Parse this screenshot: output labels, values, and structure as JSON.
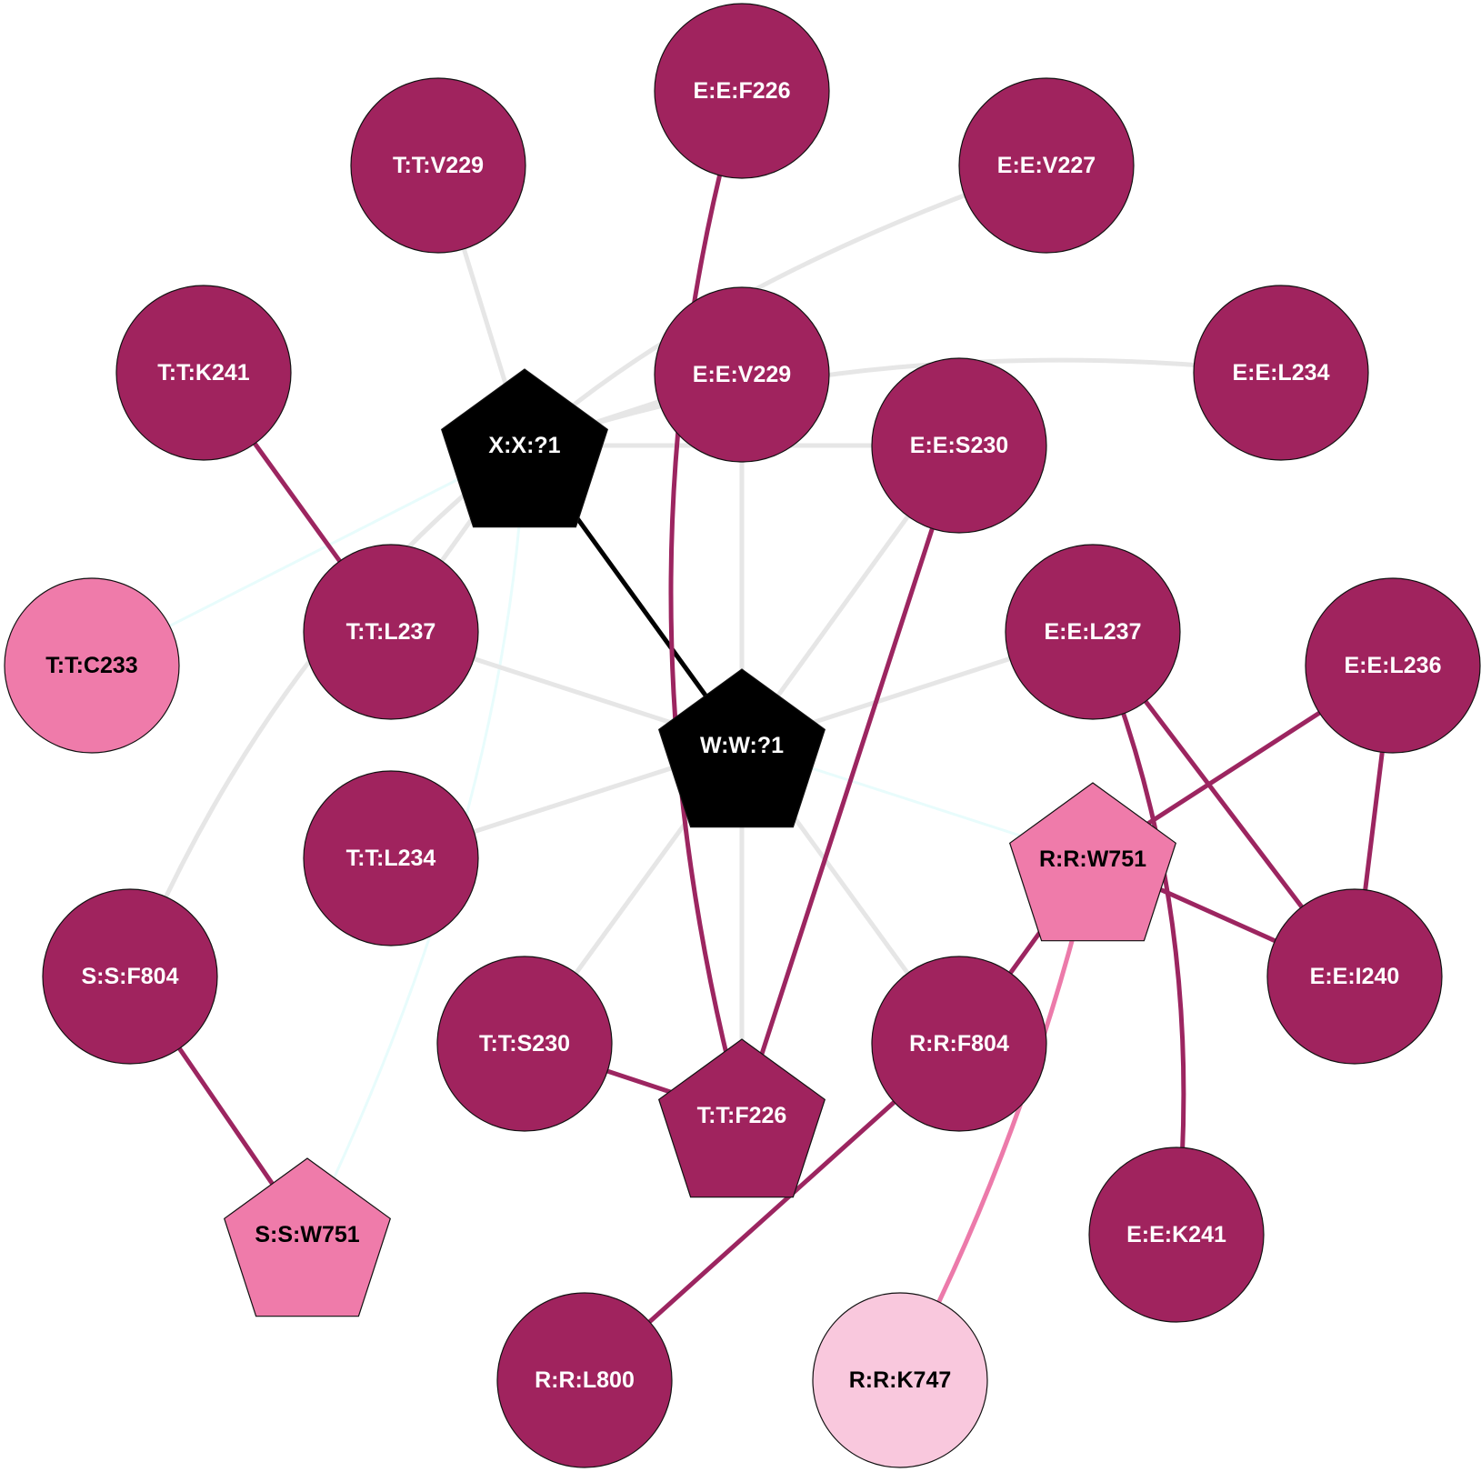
{
  "colors": {
    "dark_magenta": "#A0235E",
    "pink": "#EF7BAA",
    "light_pink": "#F9C8DD",
    "black": "#000000",
    "edge_gray": "#E6E6E6",
    "edge_cyan": "#E8FCFC",
    "edge_dark": "#9C2560",
    "edge_pink": "#EC7AAA",
    "label_white": "#FFFFFF",
    "label_black": "#000000"
  },
  "nodes": [
    {
      "id": "X:X:?1",
      "label": "X:X:?1",
      "shape": "pentagon",
      "fill": "black",
      "label_color": "label_white"
    },
    {
      "id": "W:W:?1",
      "label": "W:W:?1",
      "shape": "pentagon",
      "fill": "black",
      "label_color": "label_white"
    },
    {
      "id": "E:E:F226",
      "label": "E:E:F226",
      "shape": "circle",
      "fill": "dark_magenta",
      "label_color": "label_white"
    },
    {
      "id": "T:T:V229",
      "label": "T:T:V229",
      "shape": "circle",
      "fill": "dark_magenta",
      "label_color": "label_white"
    },
    {
      "id": "E:E:V227",
      "label": "E:E:V227",
      "shape": "circle",
      "fill": "dark_magenta",
      "label_color": "label_white"
    },
    {
      "id": "T:T:K241",
      "label": "T:T:K241",
      "shape": "circle",
      "fill": "dark_magenta",
      "label_color": "label_white"
    },
    {
      "id": "E:E:V229",
      "label": "E:E:V229",
      "shape": "circle",
      "fill": "dark_magenta",
      "label_color": "label_white"
    },
    {
      "id": "E:E:L234",
      "label": "E:E:L234",
      "shape": "circle",
      "fill": "dark_magenta",
      "label_color": "label_white"
    },
    {
      "id": "E:E:S230",
      "label": "E:E:S230",
      "shape": "circle",
      "fill": "dark_magenta",
      "label_color": "label_white"
    },
    {
      "id": "T:T:C233",
      "label": "T:T:C233",
      "shape": "circle",
      "fill": "pink",
      "label_color": "label_black"
    },
    {
      "id": "T:T:L237",
      "label": "T:T:L237",
      "shape": "circle",
      "fill": "dark_magenta",
      "label_color": "label_white"
    },
    {
      "id": "E:E:L237",
      "label": "E:E:L237",
      "shape": "circle",
      "fill": "dark_magenta",
      "label_color": "label_white"
    },
    {
      "id": "E:E:L236",
      "label": "E:E:L236",
      "shape": "circle",
      "fill": "dark_magenta",
      "label_color": "label_white"
    },
    {
      "id": "T:T:L234",
      "label": "T:T:L234",
      "shape": "circle",
      "fill": "dark_magenta",
      "label_color": "label_white"
    },
    {
      "id": "R:R:W751",
      "label": "R:R:W751",
      "shape": "pentagon",
      "fill": "pink",
      "label_color": "label_black"
    },
    {
      "id": "S:S:F804",
      "label": "S:S:F804",
      "shape": "circle",
      "fill": "dark_magenta",
      "label_color": "label_white"
    },
    {
      "id": "E:E:I240",
      "label": "E:E:I240",
      "shape": "circle",
      "fill": "dark_magenta",
      "label_color": "label_white"
    },
    {
      "id": "T:T:S230",
      "label": "T:T:S230",
      "shape": "circle",
      "fill": "dark_magenta",
      "label_color": "label_white"
    },
    {
      "id": "R:R:F804",
      "label": "R:R:F804",
      "shape": "circle",
      "fill": "dark_magenta",
      "label_color": "label_white"
    },
    {
      "id": "T:T:F226",
      "label": "T:T:F226",
      "shape": "pentagon",
      "fill": "dark_magenta",
      "label_color": "label_white"
    },
    {
      "id": "S:S:W751",
      "label": "S:S:W751",
      "shape": "pentagon",
      "fill": "pink",
      "label_color": "label_black"
    },
    {
      "id": "E:E:K241",
      "label": "E:E:K241",
      "shape": "circle",
      "fill": "dark_magenta",
      "label_color": "label_white"
    },
    {
      "id": "R:R:L800",
      "label": "R:R:L800",
      "shape": "circle",
      "fill": "dark_magenta",
      "label_color": "label_white"
    },
    {
      "id": "R:R:K747",
      "label": "R:R:K747",
      "shape": "circle",
      "fill": "light_pink",
      "label_color": "label_black"
    }
  ],
  "edges": [
    {
      "from": "X:X:?1",
      "to": "T:T:V229",
      "color": "edge_gray"
    },
    {
      "from": "X:X:?1",
      "to": "E:E:V227",
      "color": "edge_gray"
    },
    {
      "from": "X:X:?1",
      "to": "E:E:V229",
      "color": "edge_gray"
    },
    {
      "from": "X:X:?1",
      "to": "E:E:L234",
      "color": "edge_gray"
    },
    {
      "from": "X:X:?1",
      "to": "E:E:S230",
      "color": "edge_gray"
    },
    {
      "from": "X:X:?1",
      "to": "T:T:L237",
      "color": "edge_gray"
    },
    {
      "from": "X:X:?1",
      "to": "S:S:F804",
      "color": "edge_gray"
    },
    {
      "from": "X:X:?1",
      "to": "T:T:C233",
      "color": "edge_cyan"
    },
    {
      "from": "X:X:?1",
      "to": "S:S:W751",
      "color": "edge_cyan"
    },
    {
      "from": "X:X:?1",
      "to": "W:W:?1",
      "color": "black"
    },
    {
      "from": "W:W:?1",
      "to": "E:E:V229",
      "color": "edge_gray"
    },
    {
      "from": "W:W:?1",
      "to": "E:E:S230",
      "color": "edge_gray"
    },
    {
      "from": "W:W:?1",
      "to": "T:T:L237",
      "color": "edge_gray"
    },
    {
      "from": "W:W:?1",
      "to": "E:E:L237",
      "color": "edge_gray"
    },
    {
      "from": "W:W:?1",
      "to": "T:T:L234",
      "color": "edge_gray"
    },
    {
      "from": "W:W:?1",
      "to": "T:T:S230",
      "color": "edge_gray"
    },
    {
      "from": "W:W:?1",
      "to": "T:T:F226",
      "color": "edge_gray"
    },
    {
      "from": "W:W:?1",
      "to": "R:R:F804",
      "color": "edge_gray"
    },
    {
      "from": "W:W:?1",
      "to": "R:R:W751",
      "color": "edge_cyan"
    },
    {
      "from": "E:E:F226",
      "to": "T:T:F226",
      "color": "edge_dark"
    },
    {
      "from": "E:E:S230",
      "to": "T:T:F226",
      "color": "edge_dark"
    },
    {
      "from": "T:T:S230",
      "to": "T:T:F226",
      "color": "edge_dark"
    },
    {
      "from": "T:T:K241",
      "to": "T:T:L237",
      "color": "edge_dark"
    },
    {
      "from": "S:S:F804",
      "to": "S:S:W751",
      "color": "edge_dark"
    },
    {
      "from": "E:E:L237",
      "to": "E:E:I240",
      "color": "edge_dark"
    },
    {
      "from": "E:E:L237",
      "to": "E:E:K241",
      "color": "edge_dark"
    },
    {
      "from": "E:E:L236",
      "to": "E:E:I240",
      "color": "edge_dark"
    },
    {
      "from": "E:E:L236",
      "to": "R:R:W751",
      "color": "edge_dark"
    },
    {
      "from": "R:R:W751",
      "to": "E:E:I240",
      "color": "edge_dark"
    },
    {
      "from": "R:R:W751",
      "to": "R:R:F804",
      "color": "edge_dark"
    },
    {
      "from": "R:R:F804",
      "to": "R:R:L800",
      "color": "edge_dark"
    },
    {
      "from": "R:R:W751",
      "to": "R:R:K747",
      "color": "edge_pink"
    }
  ]
}
